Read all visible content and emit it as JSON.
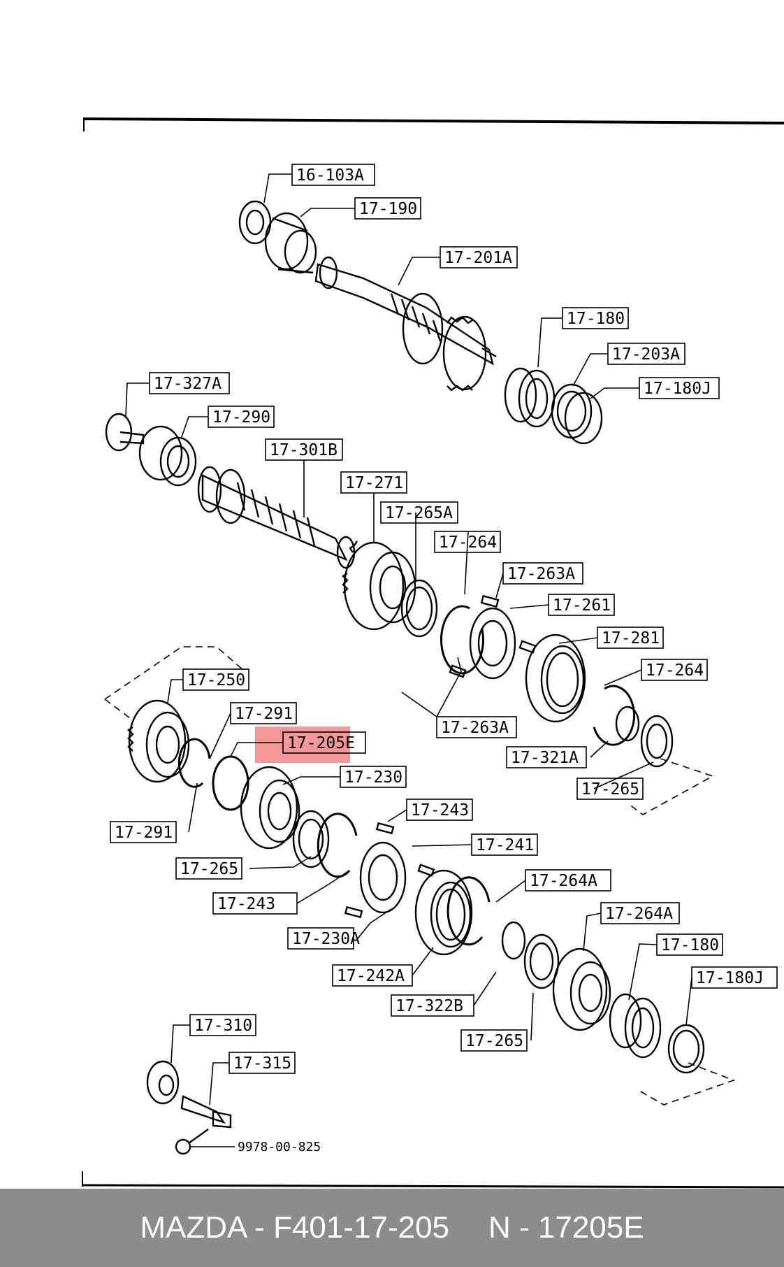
{
  "labels": [
    "16-103A",
    "17-190",
    "17-201A",
    "17-180",
    "17-203A",
    "17-180J",
    "17-327A",
    "17-290",
    "17-301B",
    "17-271",
    "17-265A",
    "17-264",
    "17-263A",
    "17-261",
    "17-281",
    "17-264",
    "17-263A",
    "17-321A",
    "17-265",
    "17-250",
    "17-291",
    "17-205E",
    "17-230",
    "17-291",
    "17-243",
    "17-241",
    "17-265",
    "17-264A",
    "17-243",
    "17-264A",
    "17-230A",
    "17-242A",
    "17-180",
    "17-180J",
    "17-322B",
    "17-265",
    "17-310",
    "17-315"
  ],
  "bolt_part_no": "9978-00-825",
  "highlighted_part": "17-205E",
  "highlight_color": "#f28c8c",
  "footer": {
    "left": "MAZDA - F401-17-205",
    "right": "N - 17205E"
  }
}
